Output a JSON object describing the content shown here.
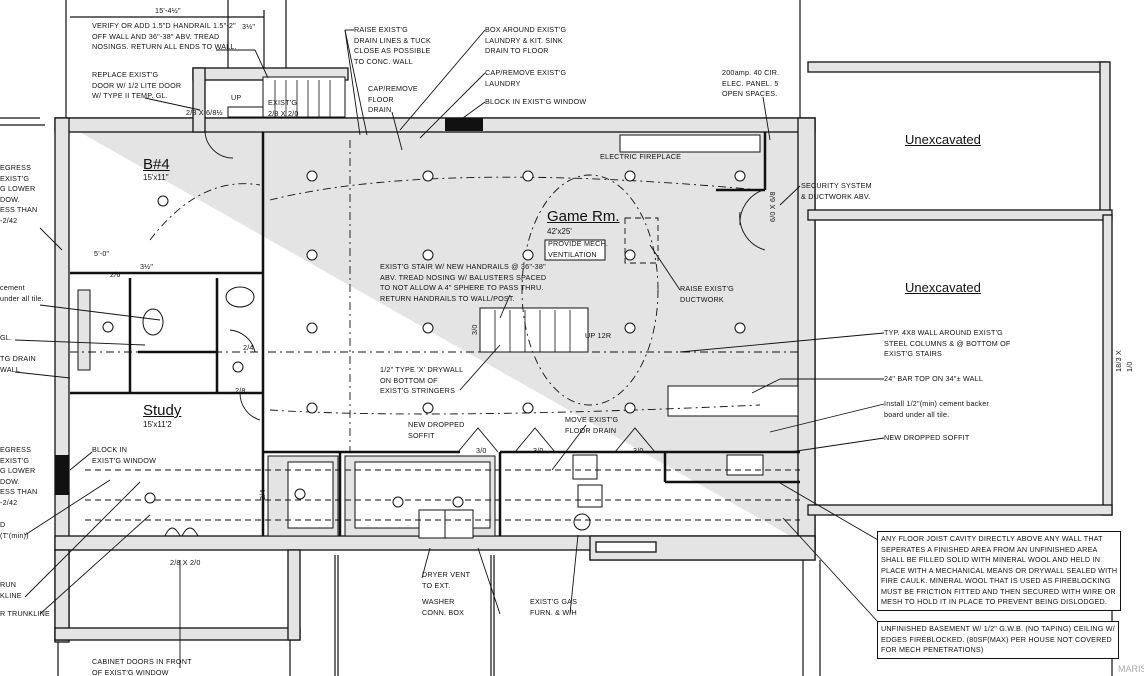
{
  "rooms": {
    "bedroom": {
      "name": "B#4",
      "size": "15'x11\""
    },
    "study": {
      "name": "Study",
      "size": "15'x11'2"
    },
    "game_room": {
      "name": "Game Rm.",
      "size": "42'x25'",
      "note": "PROVIDE MECH.\nVENTILATION"
    },
    "unexcavated_top": "Unexcavated",
    "unexcavated_bottom": "Unexcavated"
  },
  "dimensions": {
    "top_width": "15'-4½\"",
    "top_offset": "3½\"",
    "door_main": "2/8 x 6/8½",
    "stair_window": "EXIST'G\n2/8 x 2/0",
    "up": "UP",
    "hall_width": "5'-0\"",
    "hall_offset": "3½\"",
    "bottom_window": "2/8 x 2/0",
    "side_door": "6/0 x 6/8",
    "right_window": "18/3 x 1/0",
    "door_3_0_a": "3/0",
    "door_3_0_b": "3/0",
    "door_3_0_c": "3/0",
    "door_2_4": "2/4",
    "door_2_8": "2/8",
    "door_2_6": "2/6",
    "door_2_4b": "2/4",
    "stair_up": "UP 12r",
    "door_3_0_stair": "3/0"
  },
  "notes": {
    "handrail": "VERIFY OR ADD 1.5\"d HANDRAIL 1.5\"-2\"\nOFF WALL AND 36\"-38\" ABV. TREAD\nNOSINGS. RETURN ALL ENDS TO WALL.",
    "replace_door": "REPLACE EXIST'G\nDOOR w/ 1/2 LITE DOOR\nw/ TYPE II TEMP. GL.",
    "raise_drain": "RAISE EXIST'G\nDRAIN LINES & TUCK\nCLOSE AS POSSIBLE\nTO CONC. WALL",
    "cap_floor_drain": "CAP/REMOVE\nFLOOR\nDRAIN",
    "box_laundry": "BOX AROUND EXIST'G\nLAUNDRY & KIT. SINK\nDRAIN TO FLOOR",
    "cap_laundry": "CAP/REMOVE EXIST'G\nLAUNDRY",
    "block_window_top": "BLOCK IN EXIST'G WINDOW",
    "elec_panel": "200amp. 40 CIR.\nELEC. PANEL. 5\nOPEN SPACES.",
    "electric_fireplace": "ELECTRIC FIREPLACE",
    "security": "SECURITY SYSTEM\n& DUCTWORK ABV.",
    "raise_ductwork": "RAISE EXIST'G\nDUCTWORK",
    "stair_handrails": "EXIST'G STAIR w/ NEW HANDRAILS @ 36\"-38\"\nABV. TREAD NOSING w/ BALUSTERS SPACED\nTO NOT ALLOW A 4\" SPHERE TO PASS THRU.\nRETURN HANDRAILS TO WALL/POST.",
    "drywall_stringers": "1/2\" TYPE 'X' DRYWALL\nON BOTTOM OF\nEXIST'G STRINGERS",
    "new_soffit_left": "NEW DROPPED\nSOFFIT",
    "move_drain": "MOVE EXIST'G\nFLOOR DRAIN",
    "block_window_left": "BLOCK IN\nEXIST'G WINDOW",
    "typ_wall": "TYP. 4x8 WALL AROUND EXIST'G\nSTEEL COLUMNS & @ BOTTOM OF\nEXIST'G STAIRS",
    "bar_top": "24\" BAR TOP ON 34\"± WALL",
    "cement_board": "Install 1/2\"(min) cement backer\nboard under all tile.",
    "new_soffit_right": "NEW DROPPED SOFFIT",
    "fireblocking": "ANY FLOOR JOIST CAVITY DIRECTLY ABOVE ANY WALL THAT\nSEPERATES A FINISHED AREA FROM AN UNFINISHED AREA\nSHALL BE FILLED SOLID WITH MINERAL WOOL AND HELD IN\nPLACE WITH A MECHANICAL MEANS OR DRYWALL SEALED WITH\nFIRE CAULK. MINERAL WOOL THAT IS USED AS FIREBLOCKING\nMUST BE FRICTION FITTED AND THEN SECURED WITH WIRE OR\nMESH TO HOLD IT IN PLACE TO PREVENT BEING DISLODGED.",
    "unfinished": "UNFINISHED BASEMENT w/ 1/2\" G.W.B. (NO TAPING) CEILING w/\nEDGES FIREBLOCKED. (80sf(max) PER HOUSE NOT COVERED\nFOR MECH PENETRATIONS)",
    "dryer_vent": "DRYER VENT\nTO EXT.",
    "washer_box": "WASHER\nCONN. BOX",
    "gas_furnace": "EXIST'G GAS\nFURN. & W/H",
    "cabinet_doors": "CABINET DOORS IN FRONT\nOF EXIST'G WINDOW",
    "left_egress_1": "EGRESS\nEXIST'G\nG LOWER\nDOW.\nESS THAN\n-2/42",
    "left_cement": "cement\nunder all tile.",
    "left_gl": "GL.",
    "left_drain": "TG DRAIN\nWALL",
    "left_egress_2": "EGRESS\nEXIST'G\nG LOWER\nDOW.\nESS THAN\n-2/42",
    "left_min": "D\n(T'(min))",
    "left_trunk_1": "RUN\nKLINE",
    "left_trunk_2": "R TRUNKLINE"
  },
  "watermark": "MARIS",
  "colors": {
    "line": "#111111",
    "wall_fill": "#e4e4e4",
    "background": "#ffffff"
  }
}
